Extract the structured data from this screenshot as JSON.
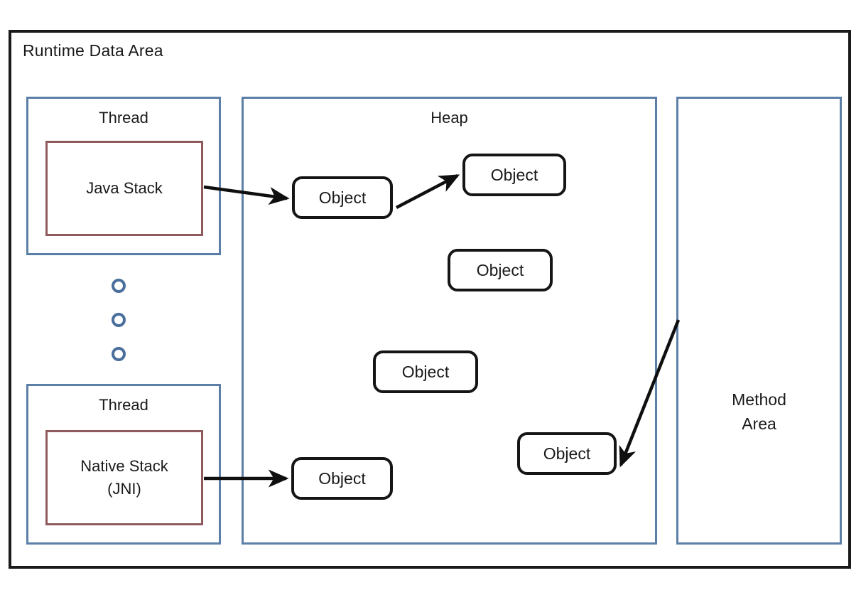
{
  "diagram": {
    "title": "Runtime Data Area",
    "regions": {
      "thread_top": {
        "label": "Thread"
      },
      "thread_bottom": {
        "label": "Thread"
      },
      "heap": {
        "label": "Heap"
      },
      "method_area": {
        "label_line1": "Method",
        "label_line2": "Area"
      }
    },
    "stacks": {
      "java_stack": {
        "label": "Java Stack"
      },
      "native_stack": {
        "label_line1": "Native Stack",
        "label_line2": "(JNI)"
      }
    },
    "objects": [
      {
        "label": "Object"
      },
      {
        "label": "Object"
      },
      {
        "label": "Object"
      },
      {
        "label": "Object"
      },
      {
        "label": "Object"
      },
      {
        "label": "Object"
      }
    ],
    "ellipsis": {
      "count": 3,
      "symbol": "circle-outline"
    },
    "colors": {
      "outer_frame": "#1a1a1a",
      "region_border": "#5c7fa8",
      "stack_border": "#8f5a5e",
      "object_border": "#151515",
      "ellipsis": "#4a6f9c",
      "arrow": "#0f0f0f",
      "background": "#ffffff"
    },
    "arrows": [
      {
        "from": "java-stack",
        "to": "object-1"
      },
      {
        "from": "object-1",
        "to": "object-2"
      },
      {
        "from": "native-stack",
        "to": "object-6"
      },
      {
        "from": "method-area",
        "to": "object-5"
      }
    ]
  }
}
